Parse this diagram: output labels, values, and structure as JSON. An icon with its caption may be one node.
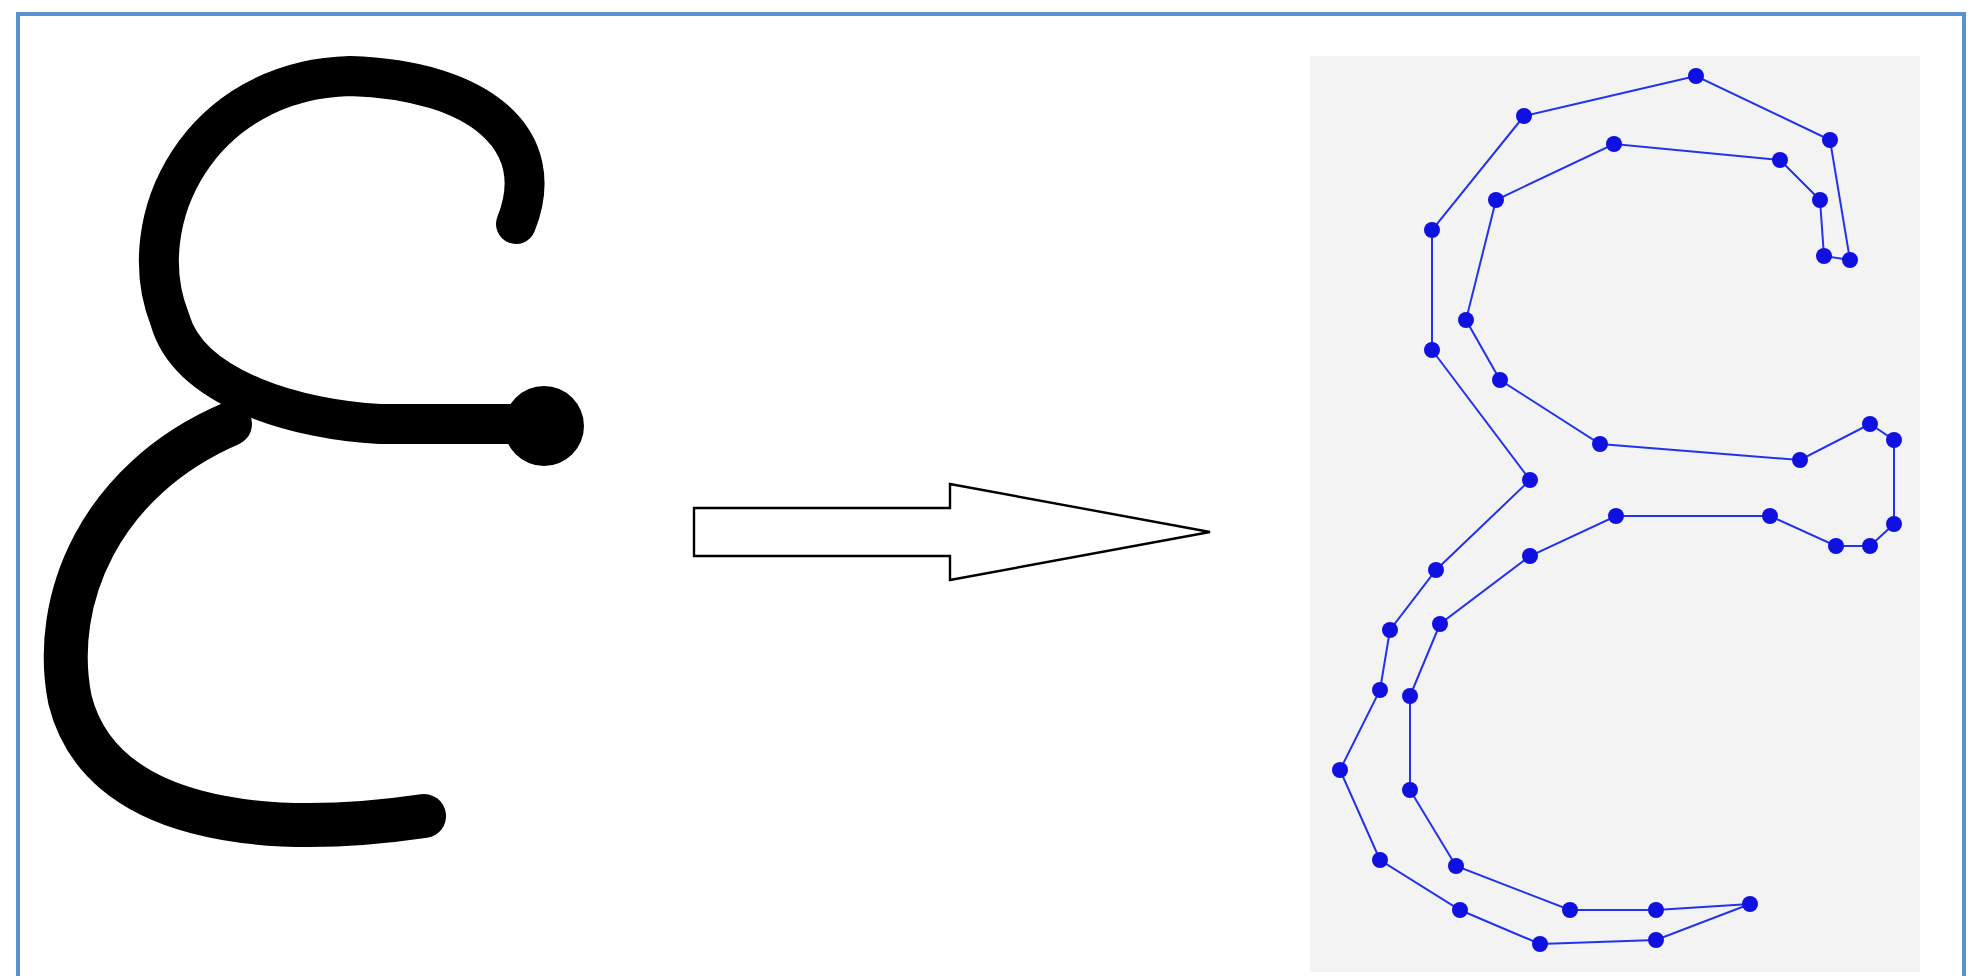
{
  "diagram": {
    "nodes": [
      {
        "text": [],
        "shape": "picture"
      },
      {
        "text": [],
        "shape": "picture"
      }
    ],
    "edges": [
      {
        "from": 0,
        "to": 1,
        "arrow": "to"
      }
    ]
  }
}
